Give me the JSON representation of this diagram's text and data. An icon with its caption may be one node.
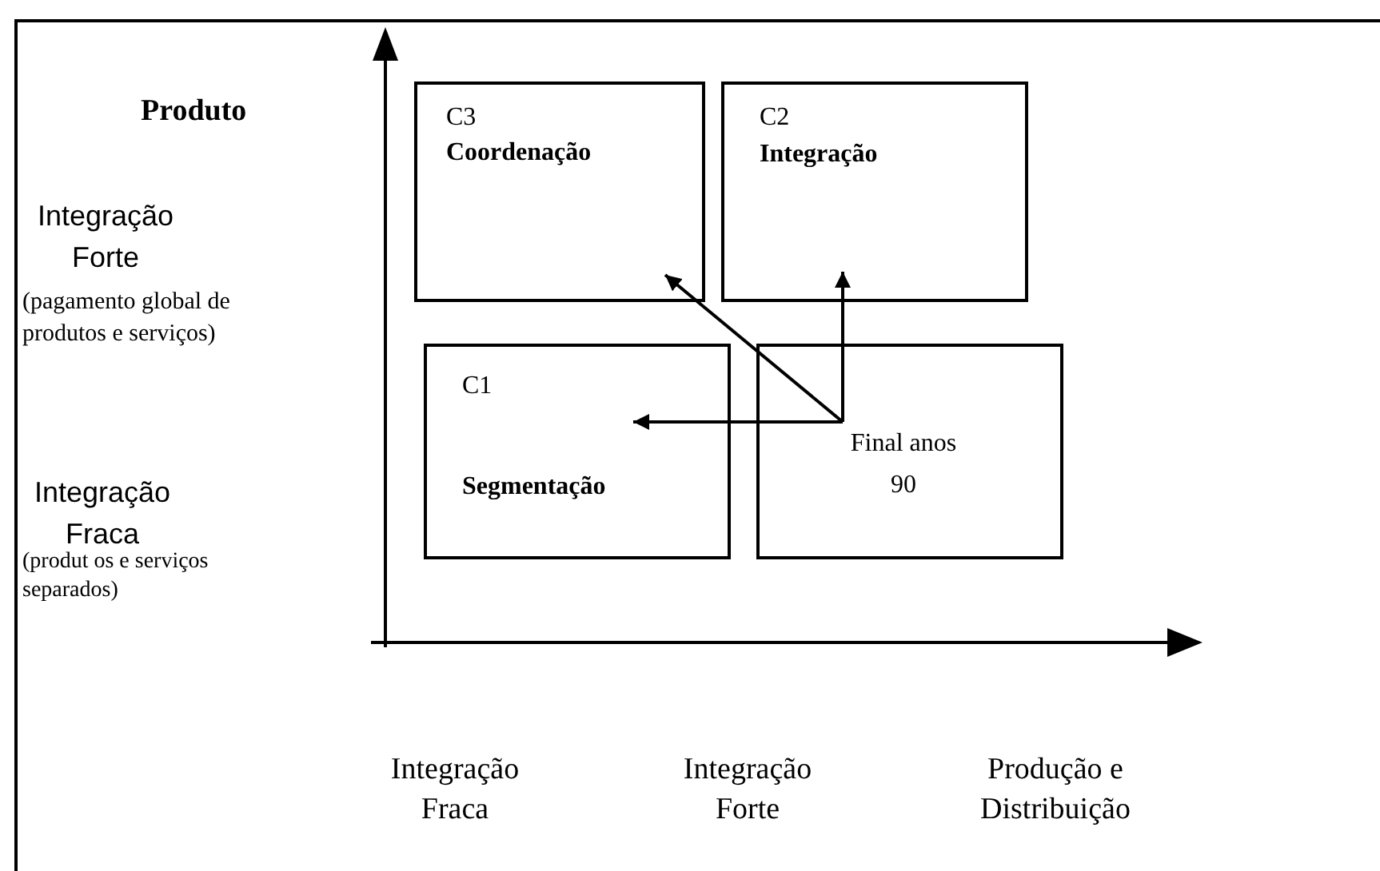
{
  "diagram": {
    "nodes": [
      {
        "text": [
          "C3",
          "Coordenação"
        ]
      },
      {
        "text": [
          "C2",
          "Integração"
        ]
      },
      {
        "text": [
          "C1",
          "Segmentação"
        ]
      },
      {
        "text": [
          "Final anos 90"
        ]
      }
    ],
    "edges": [
      {
        "from": 3,
        "to": 2,
        "arrow": "to"
      },
      {
        "from": 3,
        "to": 1,
        "arrow": "to"
      },
      {
        "from": 3,
        "to": 0,
        "arrow": "to"
      }
    ],
    "labels": [
      "Produto",
      "Integração Forte",
      "(pagamento global de produtos e serviços)",
      "Integração Fraca",
      "(produt os e serviços separados)",
      "Integração Fraca",
      "Integração Forte",
      "Produção e Distribuição"
    ]
  }
}
